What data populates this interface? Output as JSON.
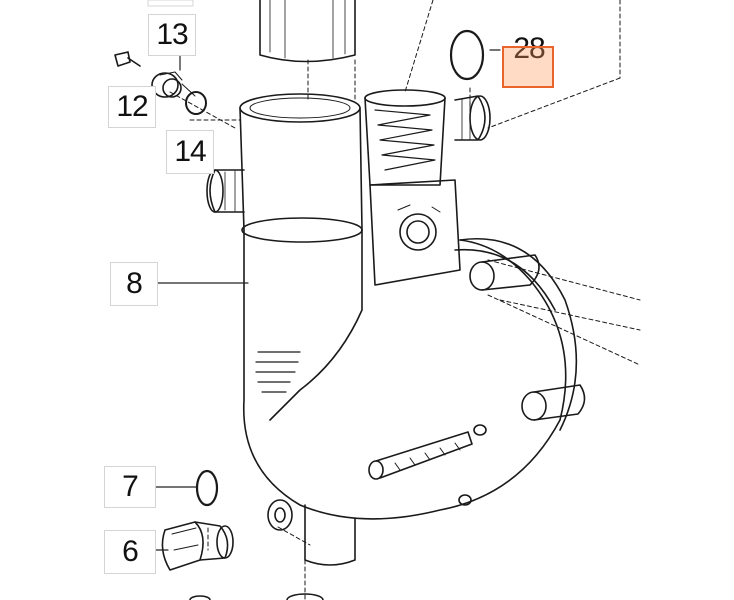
{
  "diagram": {
    "callouts": {
      "part_28": "28",
      "part_13": "13",
      "part_12": "12",
      "part_14": "14",
      "part_8": "8",
      "part_7": "7",
      "part_6": "6"
    },
    "colors": {
      "line": "#1a1a1a",
      "leader": "#222222",
      "highlight_border": "#e8642c",
      "highlight_fill": "#ff965a"
    }
  }
}
